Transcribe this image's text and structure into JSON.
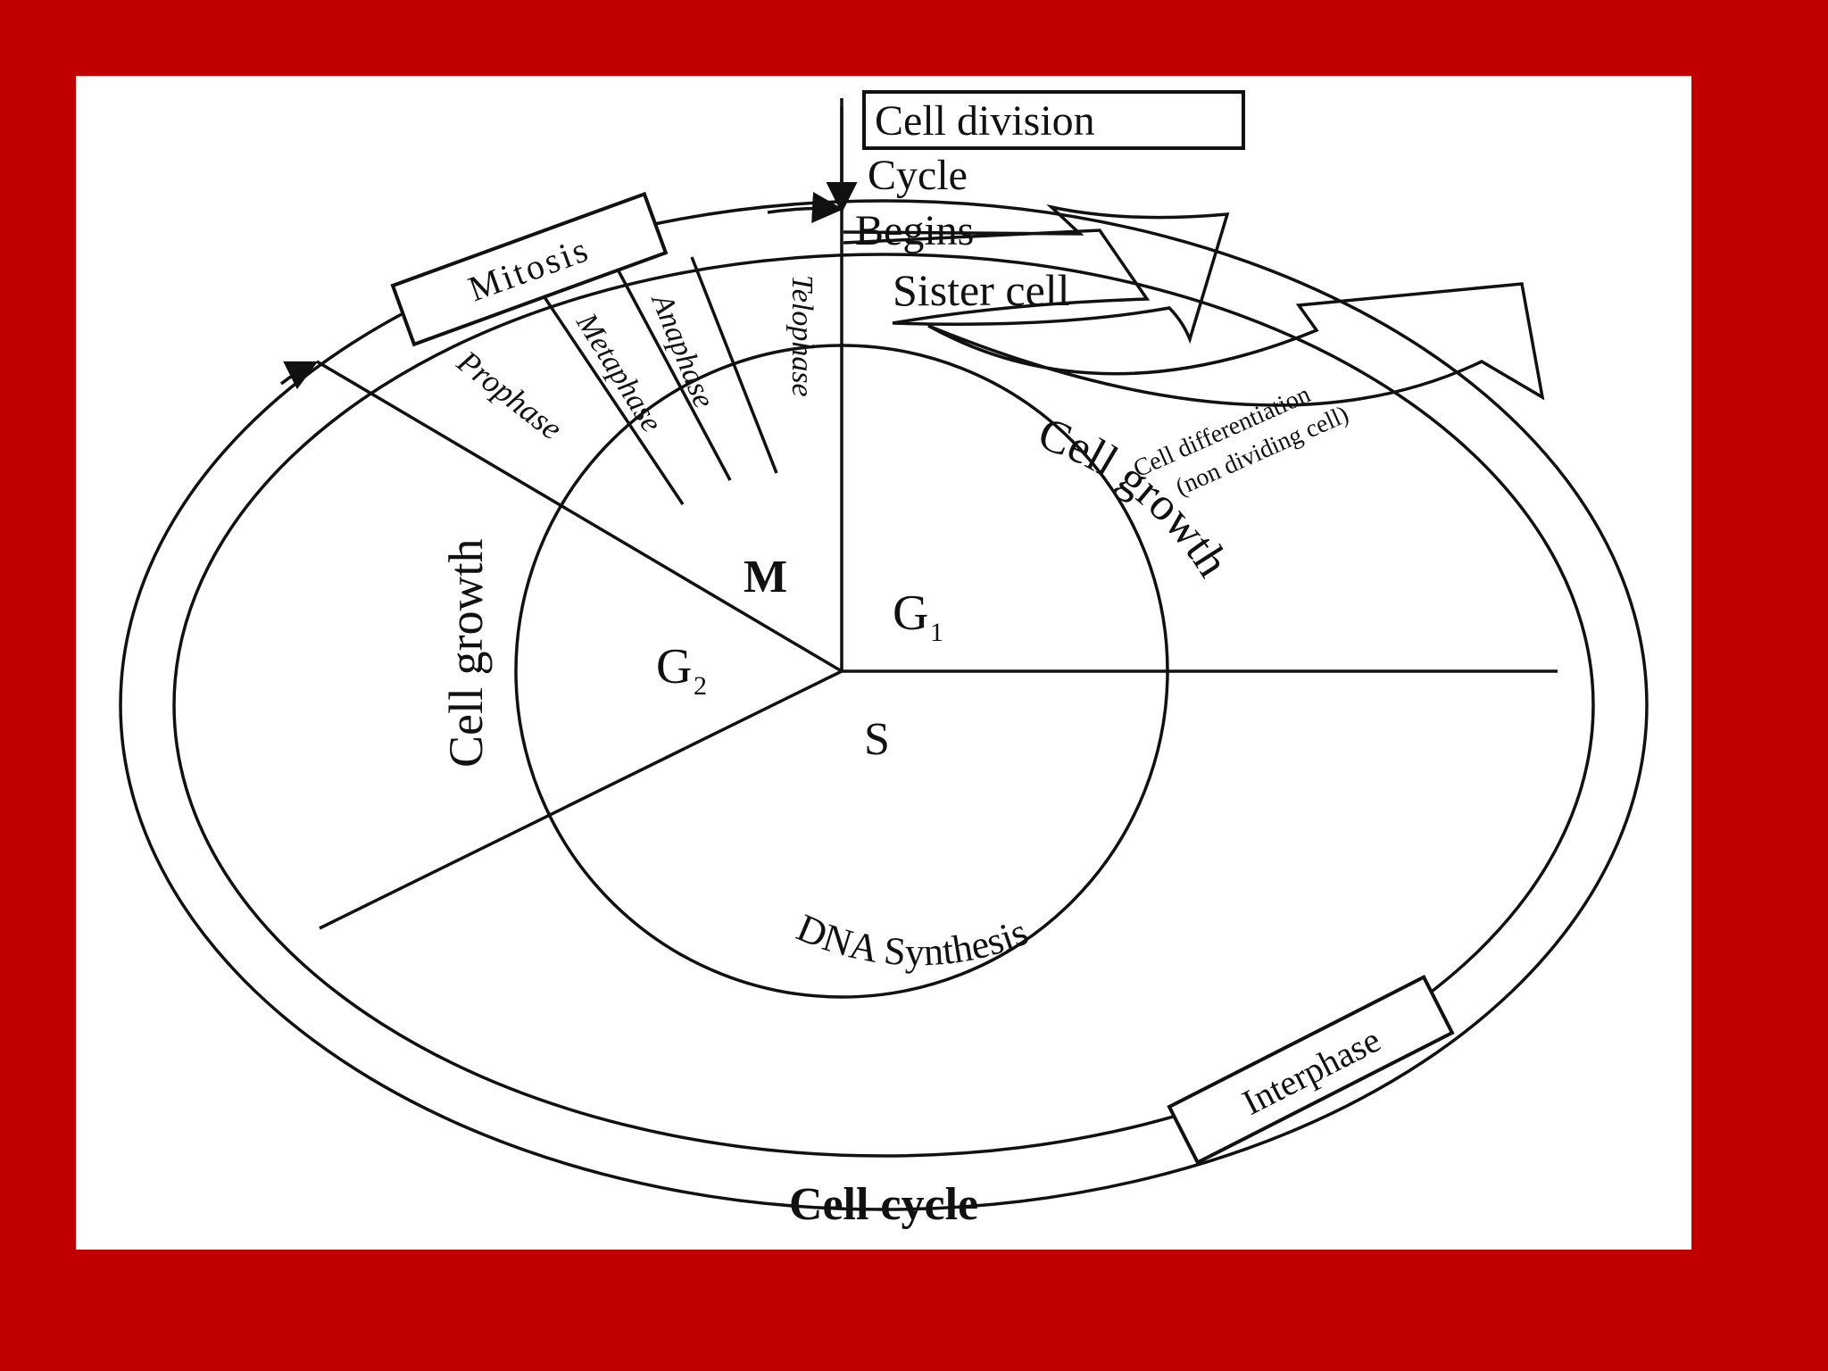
{
  "colors": {
    "slide_background": "#c00000",
    "panel_background": "#ffffff",
    "line": "#111111"
  },
  "diagram": {
    "title": "Cell cycle",
    "top_box": "Cell division",
    "top_lines": [
      "Cycle",
      "Begins"
    ],
    "sister_cell": "Sister cell",
    "differentiation_lines": [
      "Cell differentiation",
      "(non dividing cell)"
    ],
    "mitosis_box": "Mitosis",
    "interphase_box": "Interphase",
    "mitosis_phases": [
      "Prophase",
      "Metaphase",
      "Anaphase",
      "Telophase"
    ],
    "inner_phases": {
      "m": "M",
      "g1_letter": "G",
      "g1_sub": "1",
      "g2_letter": "G",
      "g2_sub": "2",
      "s": "S"
    },
    "cell_growth_left": "Cell growth",
    "cell_growth_right": "Cell growth",
    "dna_synthesis": "DNA Synthesis"
  }
}
